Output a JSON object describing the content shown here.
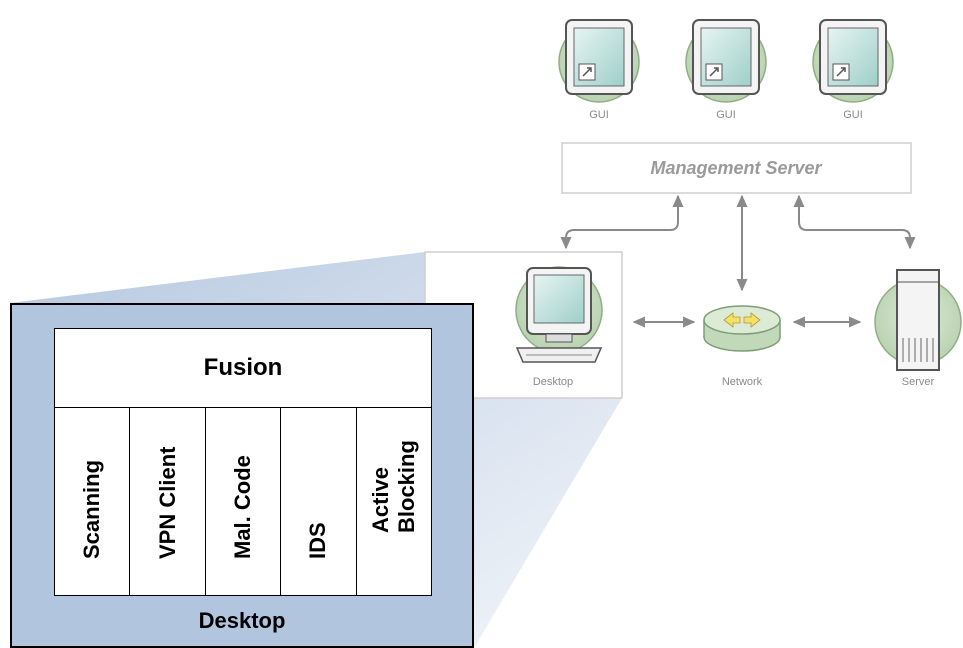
{
  "gui_stations": [
    {
      "label": "GUI"
    },
    {
      "label": "GUI"
    },
    {
      "label": "GUI"
    }
  ],
  "management_server": {
    "label": "Management Server"
  },
  "nodes": {
    "desktop": {
      "label": "Desktop"
    },
    "network": {
      "label": "Network"
    },
    "server": {
      "label": "Server"
    }
  },
  "detail": {
    "top_module": "Fusion",
    "modules": [
      "Scanning",
      "VPN Client",
      "Mal. Code",
      "IDS",
      "Active\nBlocking"
    ],
    "caption": "Desktop"
  },
  "colors": {
    "panel_fill": "#b2c5df",
    "node_green": "#c8dcc0",
    "screen": "#bfe0dc",
    "router_arrow": "#f3df6a"
  }
}
